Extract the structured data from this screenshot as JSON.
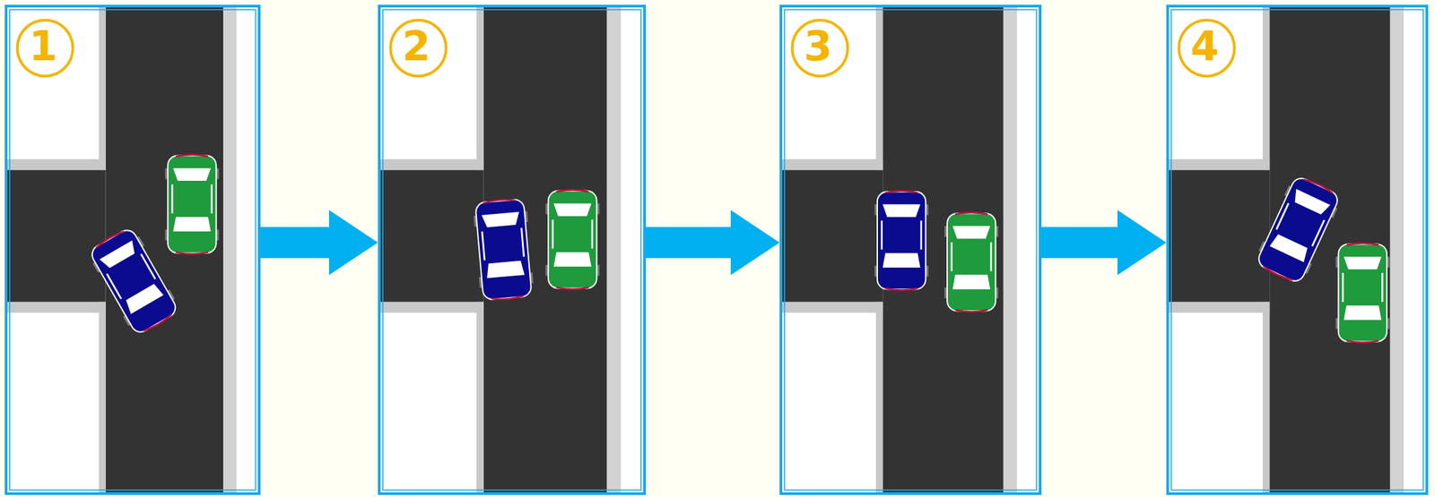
{
  "diagram": {
    "nodes": [
      {
        "text": [
          "1"
        ]
      },
      {
        "text": [
          "2"
        ]
      },
      {
        "text": [
          "3"
        ]
      },
      {
        "text": [
          "4"
        ]
      }
    ],
    "edges": [
      {
        "from": 0,
        "to": 1,
        "arrow": "to"
      },
      {
        "from": 1,
        "to": 2,
        "arrow": "to"
      },
      {
        "from": 2,
        "to": 3,
        "arrow": "to"
      }
    ]
  }
}
